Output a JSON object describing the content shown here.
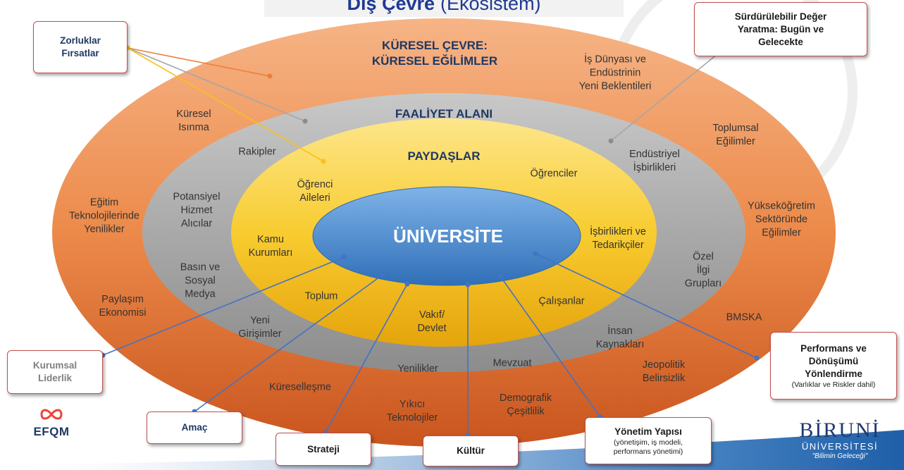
{
  "title": {
    "bold": "Dış Çevre",
    "rest": "(Ekosistem)"
  },
  "colors": {
    "outer": "#ec7f3c",
    "gray": "#a6a6a6",
    "yellow": "#f7c21a",
    "blue": "#4a8fd6",
    "box_border": "#c0504d",
    "title": "#1f3a93"
  },
  "rings": {
    "outer_title": "KÜRESEL ÇEVRE:\nKÜRESEL EĞİLİMLER",
    "gray_title": "FAALİYET ALANI",
    "yellow_title": "PAYDAŞLAR",
    "center_title": "ÜNİVERSİTE"
  },
  "outer_labels": [
    "İş Dünyası ve\nEndüstrinin\nYeni Beklentileri",
    "Küresel\nIsınma",
    "Toplumsal\nEğilimler",
    "Eğitim\nTeknolojilerinde\nYenilikler",
    "Yükseköğretim\nSektöründe\nEğilimler",
    "Paylaşım\nEkonomisi",
    "BMSKA",
    "Küreselleşme",
    "Yıkıcı\nTeknolojiler",
    "Demografik\nÇeşitlilik",
    "Jeopolitik\nBelirsizlik"
  ],
  "gray_labels": [
    "Rakipler",
    "Endüstriyel\nİşbirlikleri",
    "Potansiyel\nHizmet\nAlıcılar",
    "Özel\nİlgi\nGrupları",
    "Basın ve\nSosyal\nMedya",
    "Yeni\nGirişimler",
    "Yenilikler",
    "Mevzuat",
    "İnsan\nKaynakları"
  ],
  "yellow_labels": [
    "Öğrenci\nAileleri",
    "Öğrenciler",
    "Kamu\nKurumları",
    "İşbirlikleri ve\nTedarikçiler",
    "Toplum",
    "Vakıf/\nDevlet",
    "Çalışanlar"
  ],
  "boxes": {
    "zorluklar": {
      "title": "Zorluklar\nFırsatlar"
    },
    "surdurulebilir": {
      "title": "Sürdürülebilir Değer\nYaratma: Bugün ve\nGelecekte"
    },
    "kurumsal": {
      "title": "Kurumsal\nLiderlik"
    },
    "performans": {
      "title": "Performans ve\nDönüşümü\nYönlendirme",
      "sub": "(Varlıklar ve Riskler dahil)"
    },
    "amac": {
      "title": "Amaç"
    },
    "strateji": {
      "title": "Strateji"
    },
    "kultur": {
      "title": "Kültür"
    },
    "yonetim": {
      "title": "Yönetim Yapısı",
      "sub": "(yönetişim, iş modeli,\nperformans yönetimi)"
    }
  },
  "logos": {
    "efqm": "EFQM",
    "biruni_name": "BİRUNİ",
    "biruni_sub": "ÜNİVERSİTESİ",
    "biruni_motto": "\"Bilimin Geleceği\""
  }
}
